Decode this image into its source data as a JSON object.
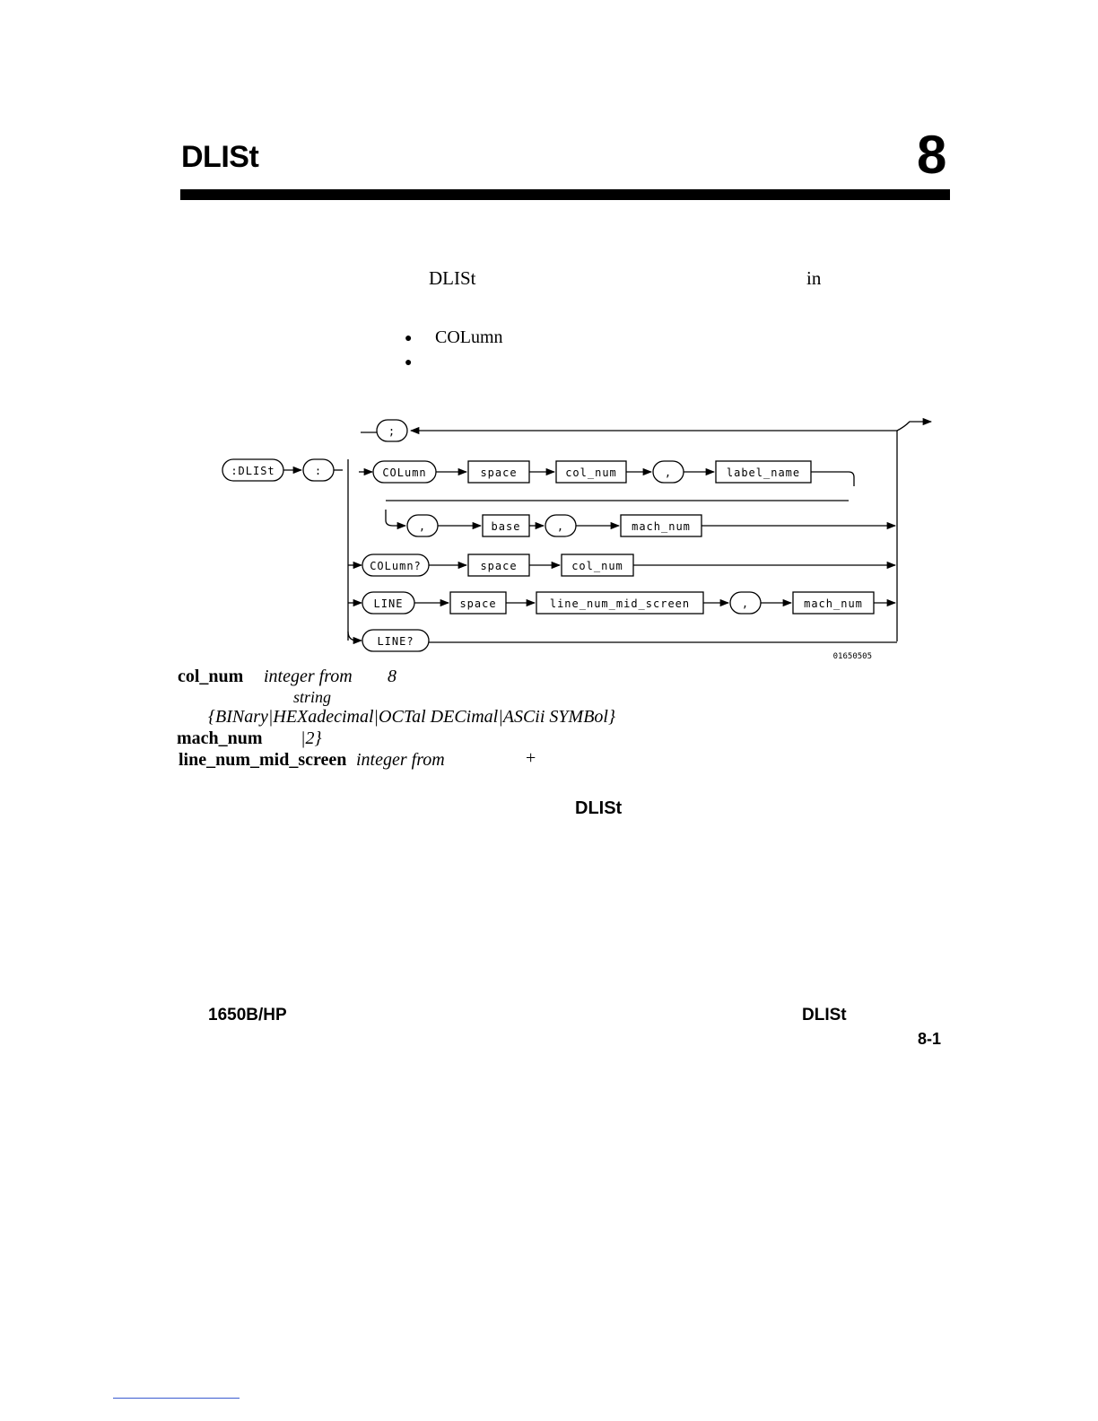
{
  "header": {
    "title": "DLISt",
    "chapter_number": "8"
  },
  "intro": {
    "keyword": "DLISt",
    "trailing_word": "in"
  },
  "bullets": [
    {
      "dot": "●",
      "text": "COLumn"
    },
    {
      "dot": "●",
      "text": ""
    }
  ],
  "syntax_diagram": {
    "root": ":DLISt",
    "colon": ":",
    "semicolon": ";",
    "comma": ",",
    "column": "COLumn",
    "space": "space",
    "col_num": "col_num",
    "label_name": "label_name",
    "base": "base",
    "mach_num": "mach_num",
    "column_query": "COLumn?",
    "line": "LINE",
    "line_num_mid_screen": "line_num_mid_screen",
    "line_query": "LINE?",
    "figure_id": "01650505"
  },
  "parameters": {
    "col_num": {
      "name": "col_num",
      "desc": "integer from",
      "value": "8"
    },
    "label_name": {
      "desc": "string"
    },
    "base": {
      "desc": "{BINary|HEXadecimal|OCTal DECimal|ASCii SYMBol}"
    },
    "mach_num": {
      "name": "mach_num",
      "desc": "|2}"
    },
    "line_num_mid_screen": {
      "name": "line_num_mid_screen",
      "desc": "integer from",
      "plus": "+"
    }
  },
  "body": {
    "keyword": "DLISt"
  },
  "footer": {
    "left": "1650B/HP",
    "right": "DLISt",
    "page": "8-1"
  }
}
